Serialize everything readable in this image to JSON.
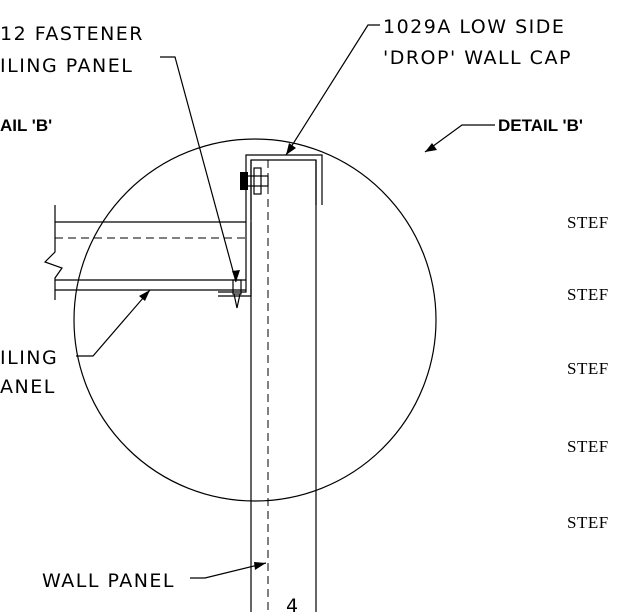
{
  "labels": {
    "fastener_line1": "12 FASTENER",
    "fastener_line2": "ILING PANEL",
    "wallcap_line1": "1029A LOW SIDE",
    "wallcap_line2": "'DROP' WALL CAP",
    "detail_left": "AIL 'B'",
    "detail_right": "DETAIL 'B'",
    "ceiling_line1": "ILING",
    "ceiling_line2": "ANEL",
    "wall_panel": "WALL PANEL",
    "marker": "4"
  },
  "steps": [
    "STEF",
    "STEF",
    "STEF",
    "STEF",
    "STEF"
  ]
}
